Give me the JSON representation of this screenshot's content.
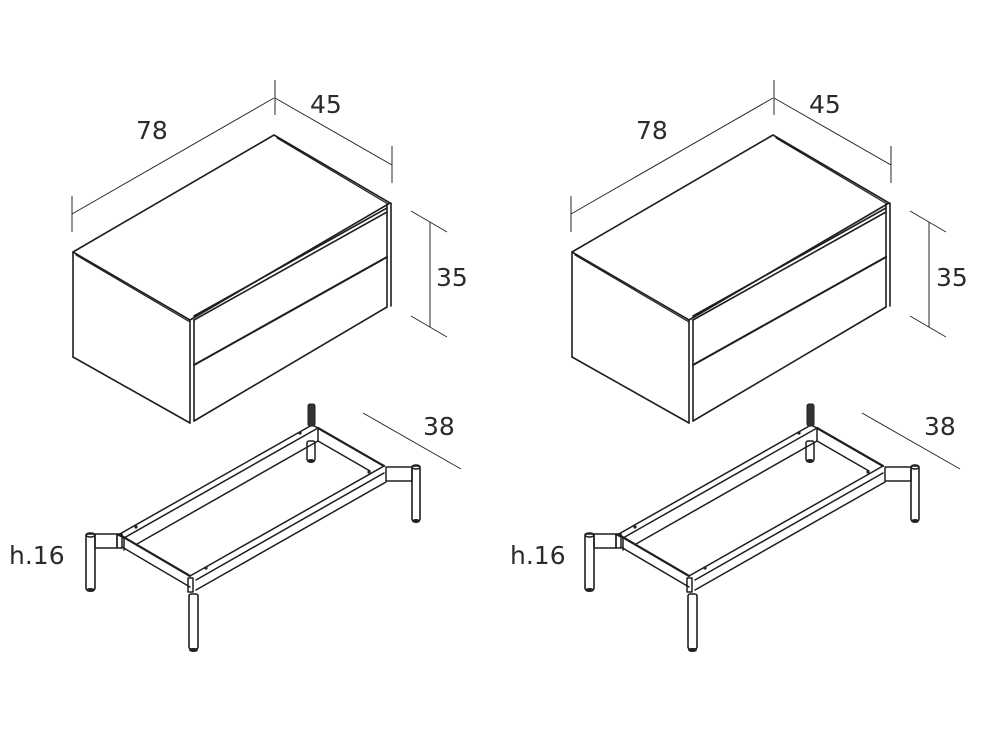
{
  "diagram": {
    "type": "technical furniture drawing (isometric, 2 identical variants)",
    "units": "cm",
    "variants": [
      {
        "id": "left",
        "cabinet": {
          "width": "78",
          "depth": "45",
          "height": "35",
          "drawers": 2
        },
        "base_frame": {
          "depth": "38",
          "height_label": "h.16",
          "legs": 4
        }
      },
      {
        "id": "right",
        "cabinet": {
          "width": "78",
          "depth": "45",
          "height": "35",
          "drawers": 2
        },
        "base_frame": {
          "depth": "38",
          "height_label": "h.16",
          "legs": 4
        }
      }
    ]
  },
  "labels": {
    "left": {
      "width": "78",
      "depth": "45",
      "height": "35",
      "frame_depth": "38",
      "frame_height": "h.16"
    },
    "right": {
      "width": "78",
      "depth": "45",
      "height": "35",
      "frame_depth": "38",
      "frame_height": "h.16"
    }
  },
  "colors": {
    "line": "#1e1e1e",
    "text": "#2b2b2b",
    "background": "#ffffff"
  }
}
